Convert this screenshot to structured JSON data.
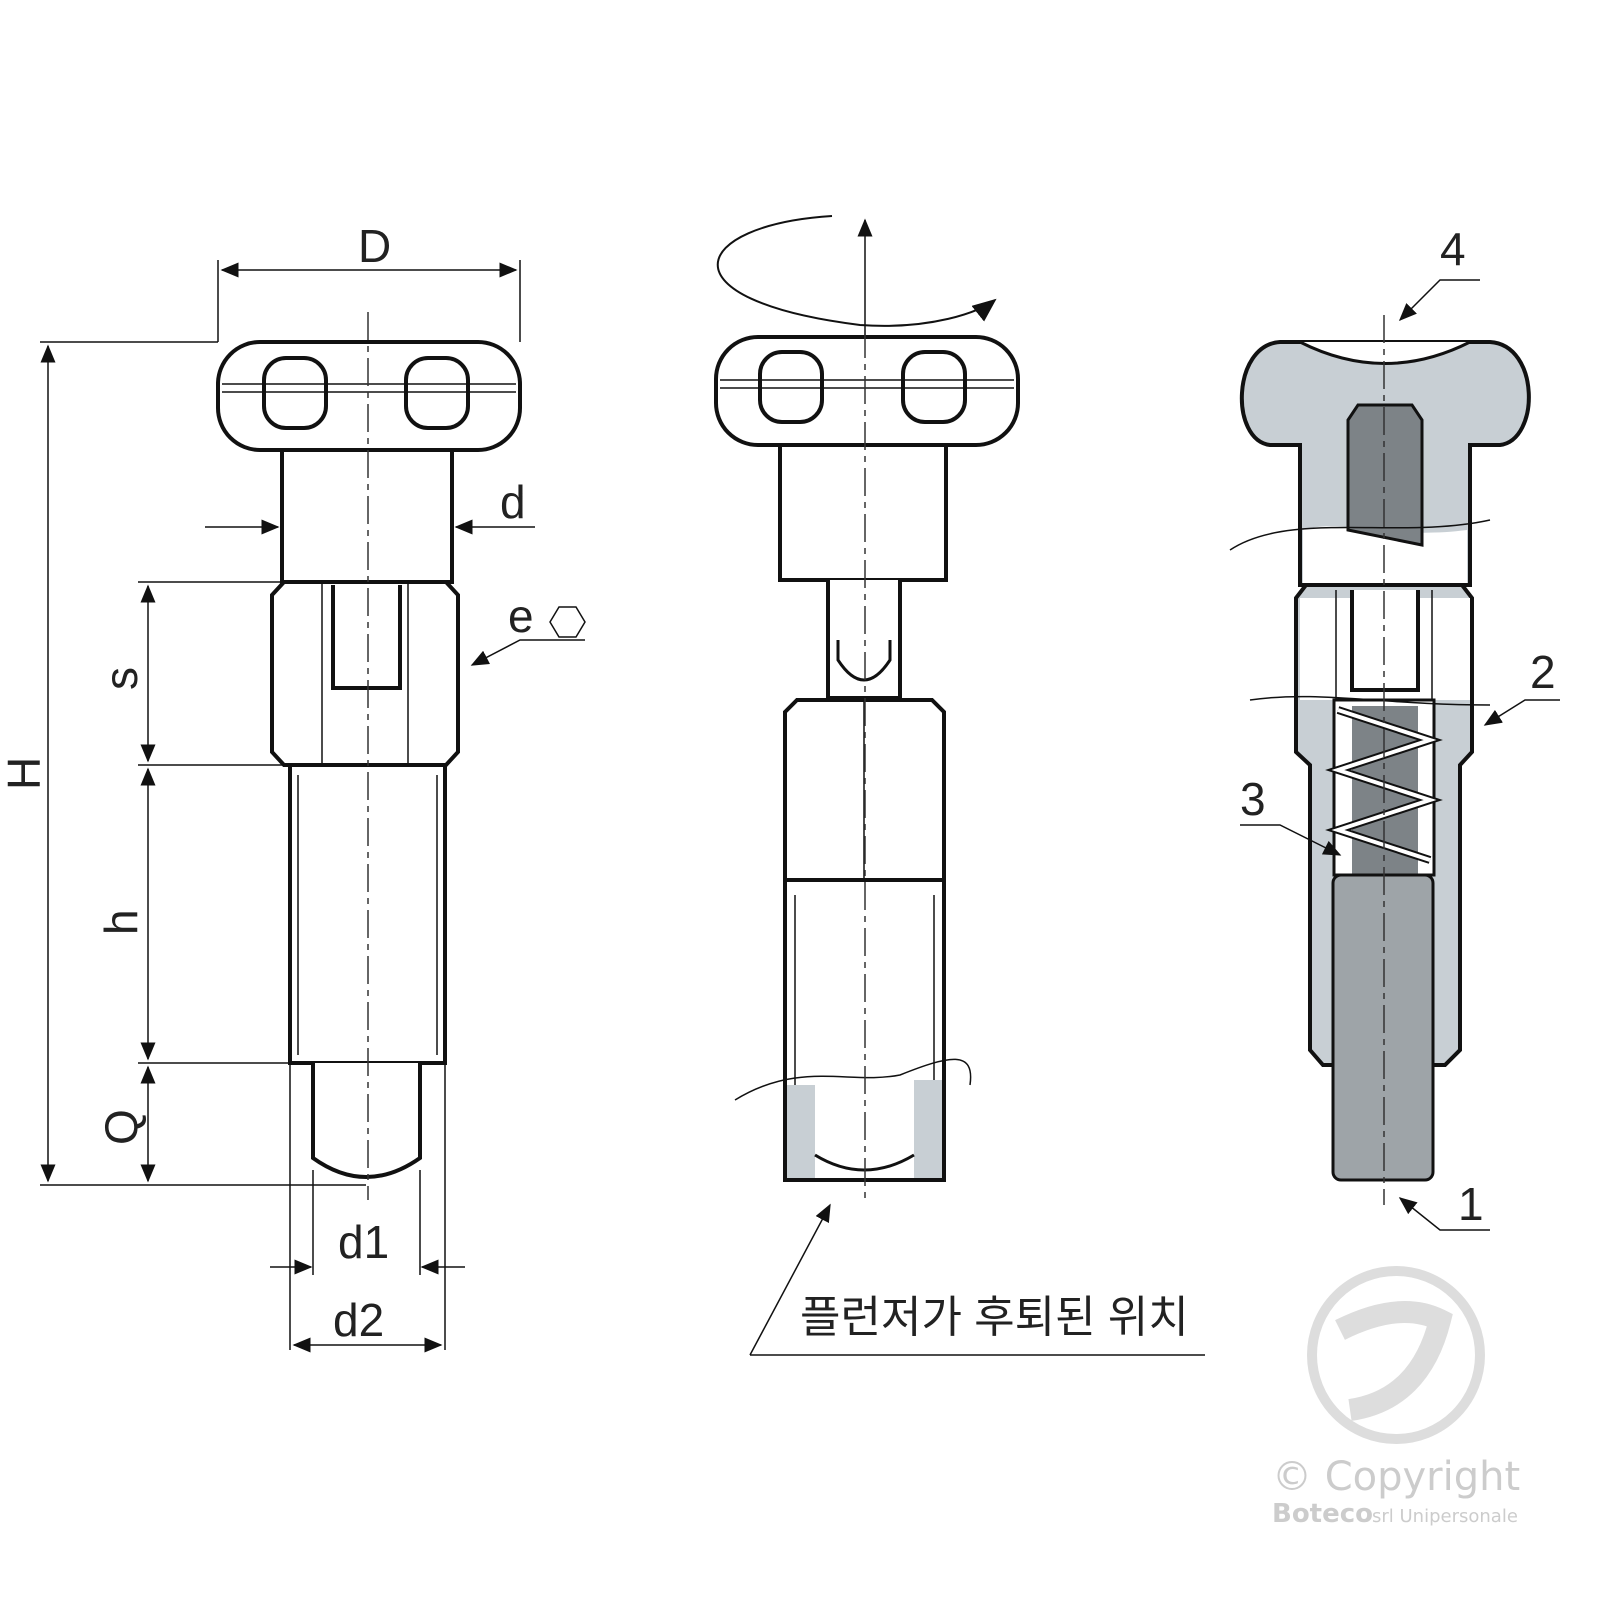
{
  "labels": {
    "D": "D",
    "d": "d",
    "e": "e",
    "s": "s",
    "H": "H",
    "h": "h",
    "Q": "Q",
    "d1": "d1",
    "d2": "d2",
    "part1": "1",
    "part2": "2",
    "part3": "3",
    "part4": "4",
    "retracted_caption": "플런저가 후퇴된 위치"
  },
  "watermark": {
    "line1": "© Copyright",
    "company": "Boteco",
    "suffix": "srl Unipersonale"
  },
  "colors": {
    "section_light": "#c8cfd4",
    "section_dark": "#7d8387",
    "pin": "#9ea4a8",
    "watermark": "#cccccc"
  }
}
